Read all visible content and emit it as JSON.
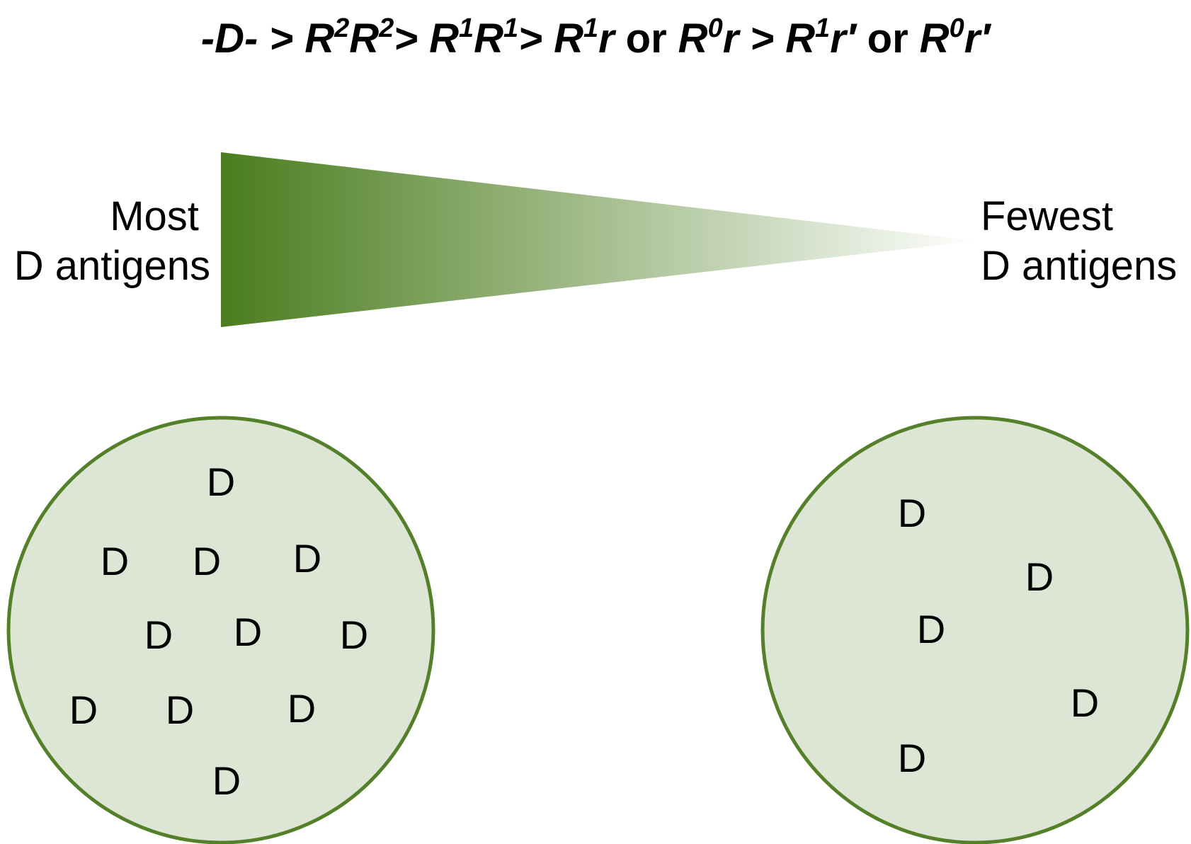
{
  "header": {
    "parts": [
      {
        "text": "-D-",
        "kind": "italic"
      },
      {
        "text": ">",
        "kind": "italic"
      },
      {
        "text": "R",
        "kind": "italic"
      },
      {
        "text": "2",
        "kind": "sup"
      },
      {
        "text": "R",
        "kind": "italic"
      },
      {
        "text": "2",
        "kind": "sup"
      },
      {
        "text": ">",
        "kind": "italic"
      },
      {
        "text": "R",
        "kind": "italic"
      },
      {
        "text": "1",
        "kind": "sup"
      },
      {
        "text": "R",
        "kind": "italic"
      },
      {
        "text": "1",
        "kind": "sup"
      },
      {
        "text": ">",
        "kind": "italic"
      },
      {
        "text": "R",
        "kind": "italic"
      },
      {
        "text": "1",
        "kind": "sup"
      },
      {
        "text": "r",
        "kind": "italic"
      },
      {
        "text": "or",
        "kind": "roman"
      },
      {
        "text": "R",
        "kind": "italic"
      },
      {
        "text": "0",
        "kind": "sup"
      },
      {
        "text": "r",
        "kind": "italic"
      },
      {
        "text": ">",
        "kind": "italic"
      },
      {
        "text": "R",
        "kind": "italic"
      },
      {
        "text": "1",
        "kind": "sup"
      },
      {
        "text": "r′",
        "kind": "italic"
      },
      {
        "text": "or",
        "kind": "roman"
      },
      {
        "text": "R",
        "kind": "italic"
      },
      {
        "text": "0",
        "kind": "sup"
      },
      {
        "text": "r′",
        "kind": "italic"
      }
    ]
  },
  "gradient": {
    "left_label": [
      "Most",
      "D antigens"
    ],
    "right_label": [
      "Fewest",
      "D antigens"
    ],
    "color_start": "#4a7d1e",
    "color_end": "#ffffff"
  },
  "cells": {
    "fill": "#dde6d4",
    "stroke": "#55802a",
    "antigen_label": "D",
    "most_count": 11,
    "fewest_count": 5
  }
}
